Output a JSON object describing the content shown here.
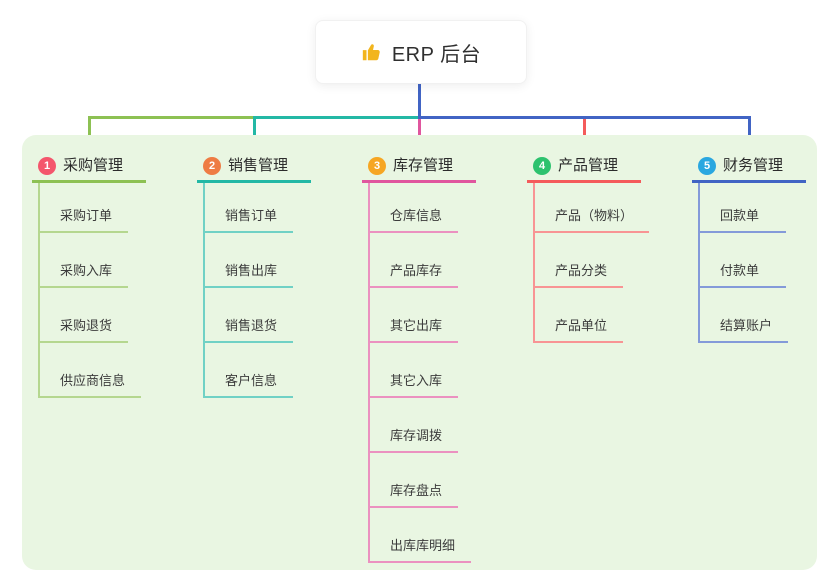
{
  "root": {
    "title": "ERP 后台",
    "icon": "thumbs-up-icon",
    "icon_color": "#f2b51d"
  },
  "canvas": {
    "page_background": "#ffffff",
    "panel_background": "#e9f6e2",
    "trunk_color": "#4164c4"
  },
  "branches": [
    {
      "number": "1",
      "title": "采购管理",
      "badge_color": "#f4566c",
      "line_color": "#8dc153",
      "items": [
        "采购订单",
        "采购入库",
        "采购退货",
        "供应商信息"
      ]
    },
    {
      "number": "2",
      "title": "销售管理",
      "badge_color": "#ee7c44",
      "line_color": "#23b8a5",
      "items": [
        "销售订单",
        "销售出库",
        "销售退货",
        "客户信息"
      ]
    },
    {
      "number": "3",
      "title": "库存管理",
      "badge_color": "#f6a623",
      "line_color": "#e0569e",
      "items": [
        "仓库信息",
        "产品库存",
        "其它出库",
        "其它入库",
        "库存调拨",
        "库存盘点",
        "出库库明细"
      ]
    },
    {
      "number": "4",
      "title": "产品管理",
      "badge_color": "#2dc26e",
      "line_color": "#f45b5b",
      "items": [
        "产品（物料）",
        "产品分类",
        "产品单位"
      ]
    },
    {
      "number": "5",
      "title": "财务管理",
      "badge_color": "#2aa7e0",
      "line_color": "#4164c4",
      "items": [
        "回款单",
        "付款单",
        "结算账户"
      ]
    }
  ]
}
